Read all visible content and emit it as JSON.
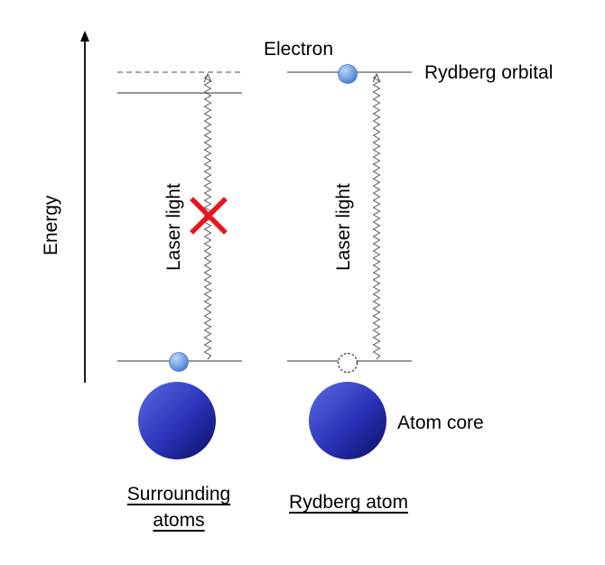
{
  "axis": {
    "label": "Energy"
  },
  "labels": {
    "electron": "Electron",
    "rydberg_orbital": "Rydberg orbital",
    "atom_core": "Atom core",
    "laser_light": "Laser light",
    "surrounding_atoms_line1": "Surrounding",
    "surrounding_atoms_line2": "atoms",
    "rydberg_atom": "Rydberg atom"
  },
  "colors": {
    "electron": "#5b8fd6",
    "core": "#1a1f8c",
    "blocked": "#e8141e",
    "level": "#888888"
  }
}
